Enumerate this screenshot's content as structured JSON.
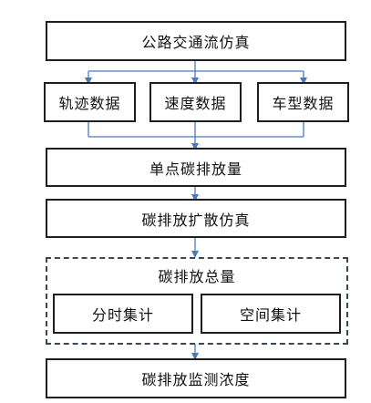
{
  "diagram": {
    "top_box": "公路交通流仿真",
    "data_boxes": [
      "轨迹数据",
      "速度数据",
      "车型数据"
    ],
    "single_point": "单点碳排放量",
    "diffusion": "碳排放扩散仿真",
    "total_group": {
      "title": "碳排放总量",
      "items": [
        "分时集计",
        "空间集计"
      ]
    },
    "monitor": "碳排放监测浓度"
  },
  "colors": {
    "box_border": "#1e1e1e",
    "connector": "#4a7ab8",
    "dashed_border": "#3b4658"
  }
}
